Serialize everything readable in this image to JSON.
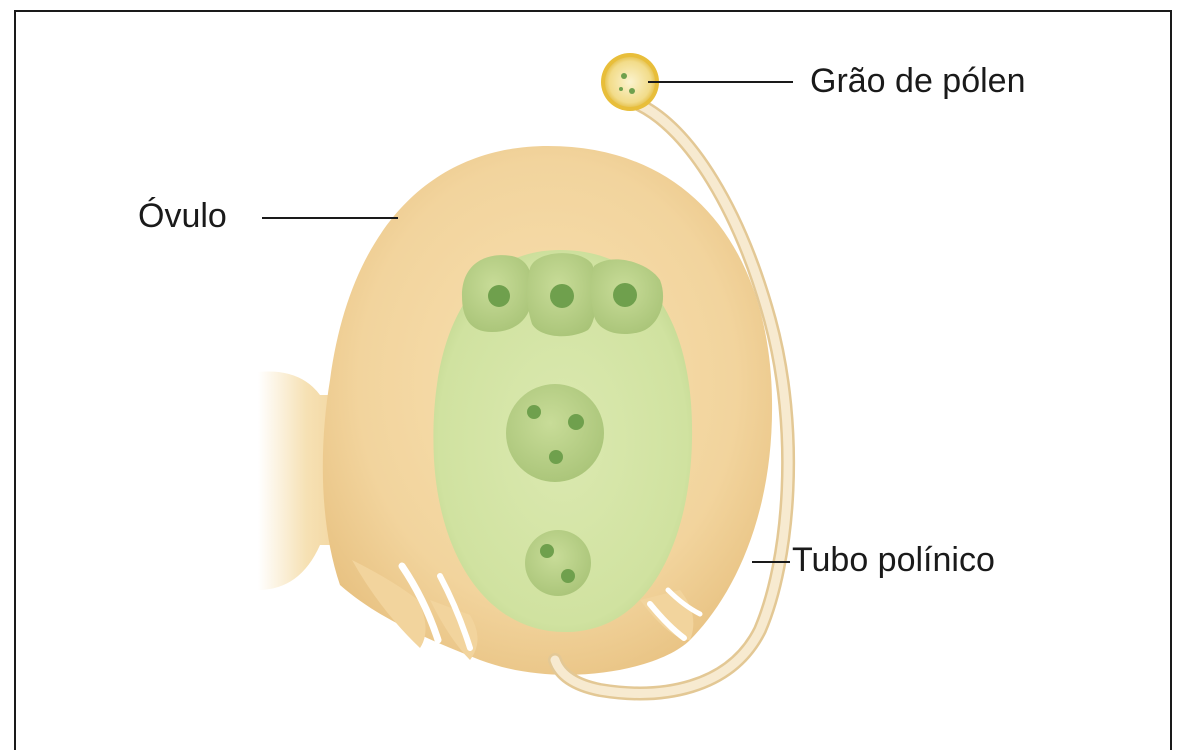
{
  "labels": {
    "pollen_grain": "Grão de pólen",
    "ovule": "Óvulo",
    "pollen_tube": "Tubo polínico"
  },
  "colors": {
    "integument": "#f2d49d",
    "integument_shade": "#e6bf7f",
    "embryo_sac": "#d3e4a4",
    "cells": "#bcd38a",
    "nucleus": "#6fa04d",
    "pollen": "#f5d55a",
    "tube": "#f4e2bc",
    "leader_line": "#1a1a1a"
  }
}
